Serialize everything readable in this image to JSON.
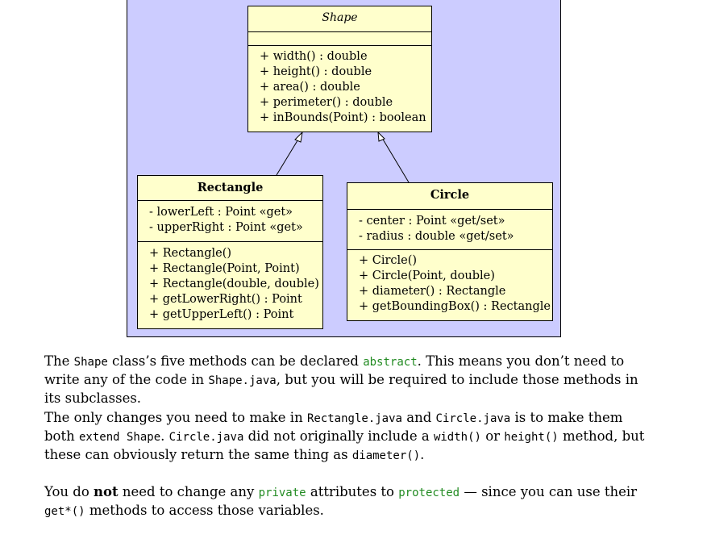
{
  "diagram": {
    "shape": {
      "name": "Shape",
      "attributes": [],
      "operations": [
        "+ width() : double",
        "+ height() : double",
        "+ area() : double",
        "+ perimeter() : double",
        "+ inBounds(Point) : boolean"
      ]
    },
    "rectangle": {
      "name": "Rectangle",
      "attributes": [
        "- lowerLeft : Point «get»",
        "- upperRight : Point «get»"
      ],
      "operations": [
        "+ Rectangle()",
        "+ Rectangle(Point, Point)",
        "+ Rectangle(double, double)",
        "+ getLowerRight() : Point",
        "+ getUpperLeft() : Point"
      ]
    },
    "circle": {
      "name": "Circle",
      "attributes": [
        "- center : Point «get/set»",
        "- radius : double «get/set»"
      ],
      "operations": [
        "+ Circle()",
        "+ Circle(Point, double)",
        "+ diameter() : Rectangle",
        "+ getBoundingBox() : Rectangle"
      ]
    },
    "colors": {
      "background": "#ccccff",
      "class_fill": "#ffffcc",
      "keyword": "#228b22"
    }
  },
  "text": {
    "p1": {
      "t1": "The ",
      "c1": "Shape",
      "t2": " class’s five methods can be declared ",
      "k1": "abstract",
      "t3": ". This means you don’t need to write any of the code in ",
      "c2": "Shape.java",
      "t4": ", but you will be required to include those methods in its subclasses."
    },
    "p2": {
      "t1": "The only changes you need to make in ",
      "c1": "Rectangle.java",
      "t2": " and ",
      "c2": "Circle.java",
      "t3": " is to make them both ",
      "c3": "extend Shape",
      "t4": ". ",
      "c4": "Circle.java",
      "t5": " did not originally include a ",
      "c5": "width()",
      "t6": " or ",
      "c6": "height()",
      "t7": " method, but these can obviously return the same thing as ",
      "c7": "diameter()",
      "t8": "."
    },
    "p3": {
      "t1": "You do ",
      "b1": "not",
      "t2": " need to change any ",
      "k1": "private",
      "t3": " attributes to ",
      "k2": "protected",
      "t4": " — since you can use their ",
      "c1": "get*()",
      "t5": " methods to access those variables."
    }
  }
}
